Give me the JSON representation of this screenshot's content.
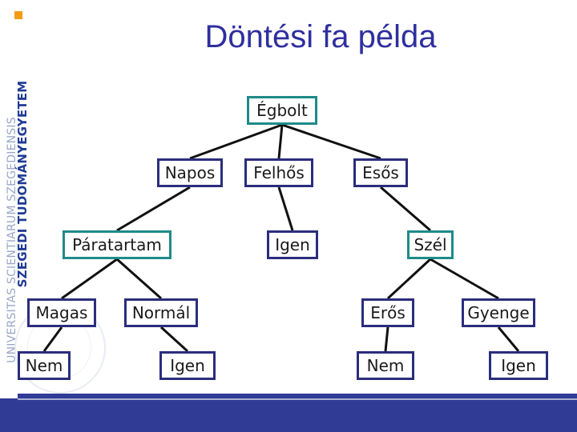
{
  "slide": {
    "title": "Döntési fa példa",
    "logo_text_bold": "SZEGEDI TUDOMÁNYEGYETEM",
    "logo_text_light": "UNIVERSITAS SCIENTIARUM SZEGEDIENSIS",
    "accent_color": "#2e2f9e",
    "attribute_border_color": "#1f8a8a",
    "value_border_color": "#2b2d7d",
    "logo_color": "#f39c12"
  },
  "tree": {
    "nodes": {
      "egbolt": "Égbolt",
      "napos": "Napos",
      "felhos": "Felhős",
      "esos": "Esős",
      "paratartam": "Páratartam",
      "igen_felhos": "Igen",
      "szel": "Szél",
      "magas": "Magas",
      "normal": "Normál",
      "eros": "Erős",
      "gyenge": "Gyenge",
      "nem_magas": "Nem",
      "igen_normal": "Igen",
      "nem_eros": "Nem",
      "igen_gyenge": "Igen"
    },
    "edges": [
      [
        "egbolt",
        "napos"
      ],
      [
        "egbolt",
        "felhos"
      ],
      [
        "egbolt",
        "esos"
      ],
      [
        "napos",
        "paratartam"
      ],
      [
        "felhos",
        "igen_felhos"
      ],
      [
        "esos",
        "szel"
      ],
      [
        "paratartam",
        "magas"
      ],
      [
        "paratartam",
        "normal"
      ],
      [
        "szel",
        "eros"
      ],
      [
        "szel",
        "gyenge"
      ],
      [
        "magas",
        "nem_magas"
      ],
      [
        "normal",
        "igen_normal"
      ],
      [
        "eros",
        "nem_eros"
      ],
      [
        "gyenge",
        "igen_gyenge"
      ]
    ]
  }
}
